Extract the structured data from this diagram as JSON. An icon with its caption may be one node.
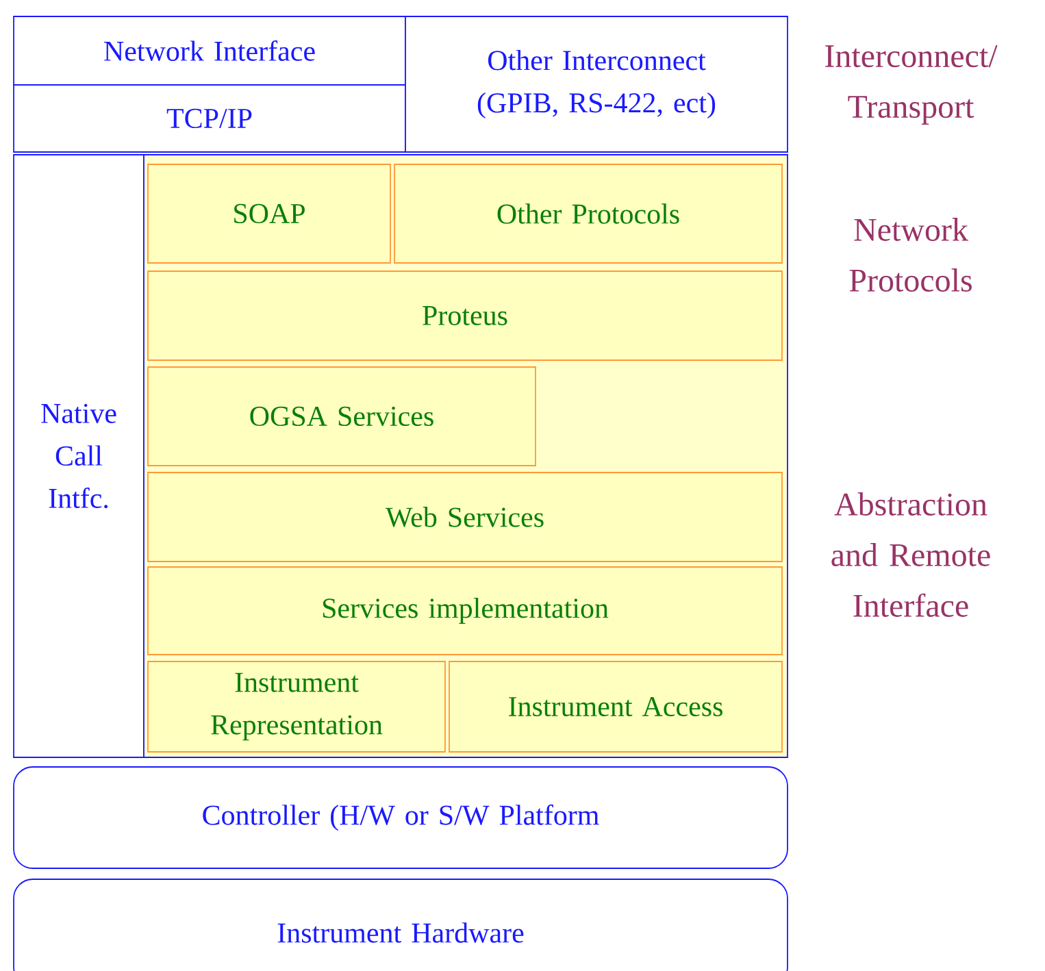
{
  "diagram": {
    "nodes": [
      {
        "text": [
          "Network Interface"
        ]
      },
      {
        "text": [
          "TCP/IP"
        ]
      },
      {
        "text": [
          "Other Interconnect (GPIB, RS-422, ect)"
        ]
      },
      {
        "text": [
          "Native Call Intfc."
        ]
      },
      {
        "text": [],
        "shape": "box"
      },
      {
        "text": [
          "SOAP"
        ],
        "in": 4
      },
      {
        "text": [
          "Other Protocols"
        ],
        "in": 4
      },
      {
        "text": [
          "Proteus"
        ],
        "in": 4
      },
      {
        "text": [
          "OGSA Services"
        ],
        "in": 4
      },
      {
        "text": [
          "Web Services"
        ],
        "in": 4
      },
      {
        "text": [
          "Services implementation"
        ],
        "in": 4
      },
      {
        "text": [
          "Instrument Representation"
        ],
        "in": 4
      },
      {
        "text": [
          "Instrument Access"
        ],
        "in": 4
      },
      {
        "text": [
          "Controller (H/W or S/W Platform"
        ]
      },
      {
        "text": [
          "Instrument Hardware"
        ]
      }
    ],
    "labels": [
      "Interconnect/ Transport",
      "Network Protocols",
      "Abstraction and Remote Interface"
    ]
  }
}
